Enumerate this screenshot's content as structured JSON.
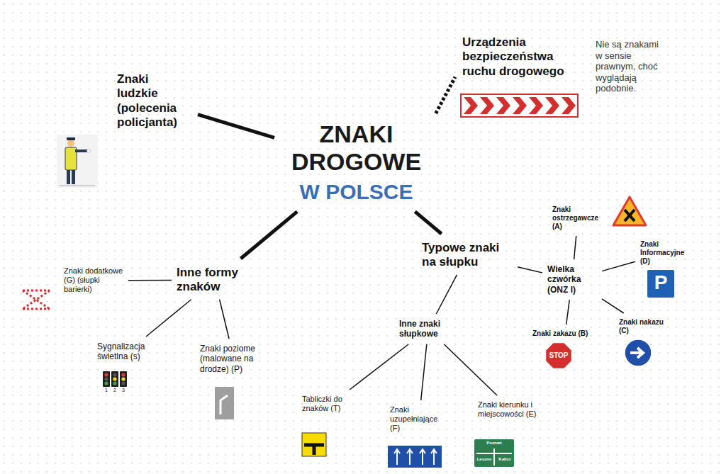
{
  "diagram": {
    "nodes": [
      {
        "text": [
          "ZNAKI DROGOWE",
          "W POLSCE"
        ]
      },
      {
        "text": [
          "Znaki ludzkie (polecenia policjanta)"
        ]
      },
      {
        "text": [
          "Urządzenia bezpieczeństwa ruchu drogowego"
        ]
      },
      {
        "text": [
          "Inne formy znaków"
        ]
      },
      {
        "text": [
          "Typowe znaki na słupku"
        ]
      },
      {
        "text": [
          "Znaki dodatkowe (G) (słupki barierki)"
        ]
      },
      {
        "text": [
          "Sygnalizacja świetlna (s)"
        ]
      },
      {
        "text": [
          "Znaki poziome (malowane na drodze) (P)"
        ]
      },
      {
        "text": [
          "Wielka czwórka (ONZ I)"
        ]
      },
      {
        "text": [
          "Znaki ostrzegawcze (A)"
        ]
      },
      {
        "text": [
          "Znaki Informacyjne (D)"
        ]
      },
      {
        "text": [
          "Znaki zakazu (B)"
        ]
      },
      {
        "text": [
          "Znaki nakazu (C)"
        ]
      },
      {
        "text": [
          "Inne znaki słupkowe"
        ]
      },
      {
        "text": [
          "Tabliczki do znaków (T)"
        ]
      },
      {
        "text": [
          "Znaki uzupełniające (F)"
        ]
      },
      {
        "text": [
          "Znaki kierunku i miejscowości (E)"
        ]
      }
    ],
    "edges": [
      {
        "from": 0,
        "to": 1,
        "arrow": "none"
      },
      {
        "from": 0,
        "to": 2,
        "arrow": "none"
      },
      {
        "from": 0,
        "to": 3,
        "arrow": "none"
      },
      {
        "from": 0,
        "to": 4,
        "arrow": "none"
      },
      {
        "from": 3,
        "to": 5,
        "arrow": "none"
      },
      {
        "from": 3,
        "to": 6,
        "arrow": "none"
      },
      {
        "from": 3,
        "to": 7,
        "arrow": "none"
      },
      {
        "from": 4,
        "to": 8,
        "arrow": "none"
      },
      {
        "from": 4,
        "to": 13,
        "arrow": "none"
      },
      {
        "from": 8,
        "to": 9,
        "arrow": "none"
      },
      {
        "from": 8,
        "to": 10,
        "arrow": "none"
      },
      {
        "from": 8,
        "to": 11,
        "arrow": "none"
      },
      {
        "from": 8,
        "to": 12,
        "arrow": "none"
      },
      {
        "from": 13,
        "to": 14,
        "arrow": "none"
      },
      {
        "from": 13,
        "to": 15,
        "arrow": "none"
      },
      {
        "from": 13,
        "to": 16,
        "arrow": "none"
      }
    ],
    "labels": [
      "Nie są znakami w sensie prawnym, choć wyglądają podobnie.",
      "STOP",
      "P",
      "1",
      "2",
      "3",
      "Poznań",
      "Leszno",
      "Kalisz"
    ]
  }
}
